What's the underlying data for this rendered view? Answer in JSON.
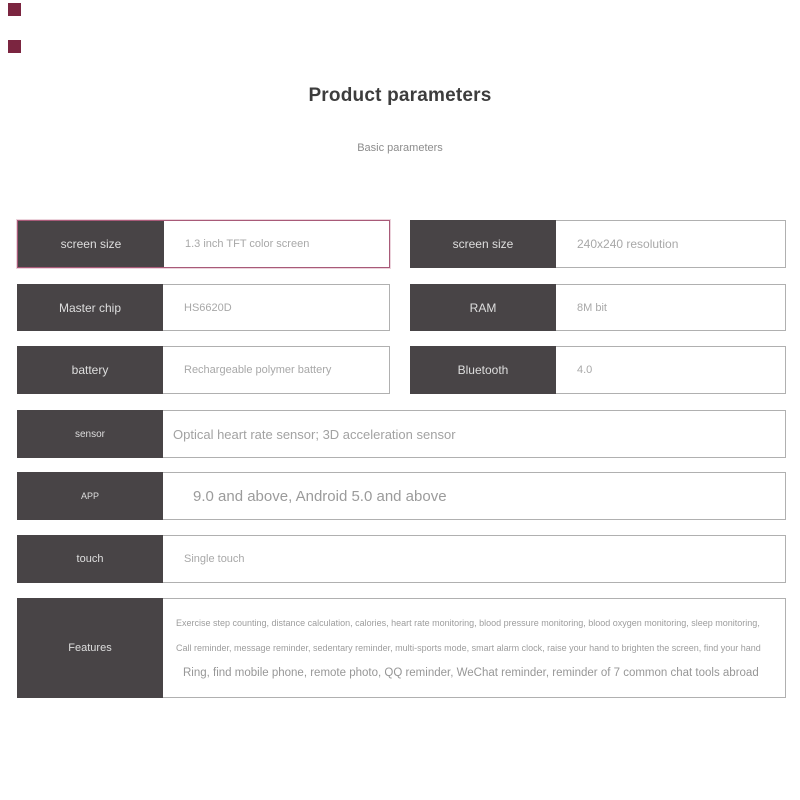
{
  "page": {
    "title": "Product parameters",
    "subtitle": "Basic parameters"
  },
  "colors": {
    "label_bg": "#484446",
    "label_text": "#dedede",
    "value_text": "#a8a8a8",
    "value_border": "#b0b0b0",
    "highlight_border": "#a85a78",
    "swatch": "#7b2540"
  },
  "rows": {
    "screen_size_left": {
      "label": "screen size",
      "value": "1.3 inch TFT color screen"
    },
    "screen_size_right": {
      "label": "screen size",
      "value": "240x240 resolution"
    },
    "master_chip": {
      "label": "Master chip",
      "value": "HS6620D"
    },
    "ram": {
      "label": "RAM",
      "value": "8M bit"
    },
    "battery": {
      "label": "battery",
      "value": "Rechargeable polymer battery"
    },
    "bluetooth": {
      "label": "Bluetooth",
      "value": "4.0"
    },
    "sensor": {
      "label": "sensor",
      "value": "Optical heart rate sensor; 3D acceleration sensor"
    },
    "app": {
      "label": "APP",
      "value": "9.0 and above, Android 5.0 and above"
    },
    "touch": {
      "label": "touch",
      "value": "Single touch"
    },
    "features": {
      "label": "Features",
      "lines": [
        "Exercise step counting, distance calculation, calories, heart rate monitoring, blood pressure monitoring, blood oxygen monitoring, sleep monitoring,",
        "Call reminder, message reminder, sedentary reminder, multi-sports mode, smart alarm clock, raise your hand to brighten the screen, find your hand",
        "Ring, find mobile phone, remote photo, QQ reminder, WeChat reminder, reminder of 7 common chat tools abroad"
      ]
    }
  }
}
